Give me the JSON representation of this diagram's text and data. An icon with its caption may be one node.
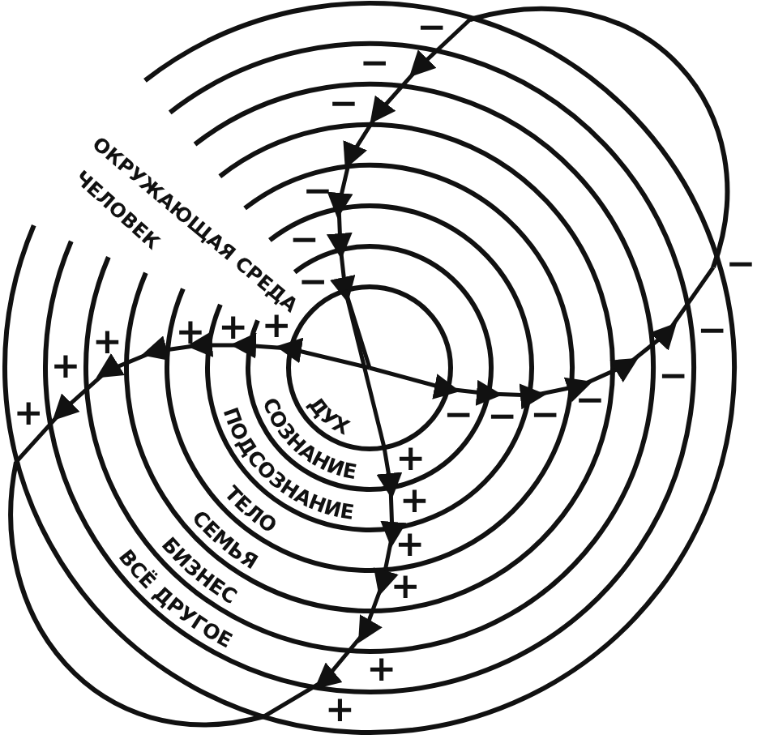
{
  "diagram": {
    "labels": [
      "−",
      "−",
      "−",
      "−",
      "−",
      "−",
      "ОКРУЖАЮЩАЯ СРЕДА",
      "ЧЕЛОВЕК",
      "−",
      "+",
      "+",
      "+",
      "+",
      "+",
      "+",
      "−",
      "−",
      "ДУХ",
      "−",
      "−",
      "−",
      "−",
      "+",
      "СОЗНАНИЕ",
      "ПОДСОЗНАНИЕ",
      "+",
      "ТЕЛО",
      "+",
      "СЕМЬЯ",
      "+",
      "БИЗНЕС",
      "+",
      "ВСЁ ДРУГОЕ",
      "+"
    ]
  }
}
